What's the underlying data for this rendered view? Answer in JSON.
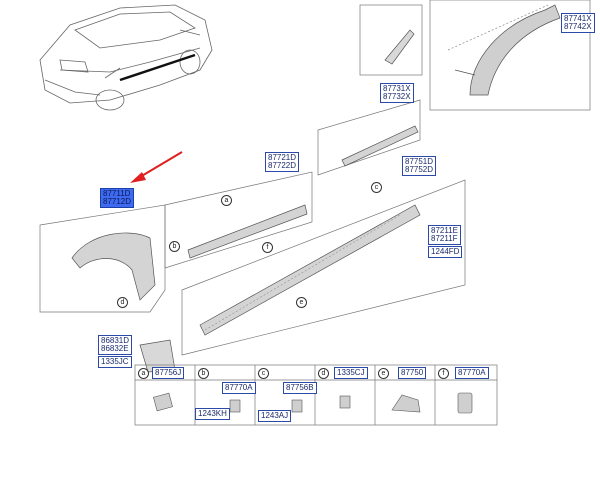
{
  "colors": {
    "highlight": "#3d6af0",
    "label_border": "#2b4aa8",
    "arrow": "#e02020",
    "line": "#555555"
  },
  "callouts": {
    "c87711": [
      "87711D",
      "87712D"
    ],
    "c87721": [
      "87721D",
      "87722D"
    ],
    "c87731": [
      "87731X",
      "87732X"
    ],
    "c87741": [
      "87741X",
      "87742X"
    ],
    "c87751": [
      "87751D",
      "87752D"
    ],
    "c87211": [
      "87211E",
      "87211F"
    ],
    "c1244": [
      "1244FD"
    ],
    "c86831": [
      "86831D",
      "86832E"
    ],
    "c1335": [
      "1335JC"
    ]
  },
  "letters": {
    "a": "a",
    "b": "b",
    "c": "c",
    "d": "d",
    "e": "e",
    "f": "f"
  },
  "legend": {
    "cells": [
      {
        "letter": "a",
        "codes": [
          "87756J"
        ]
      },
      {
        "letter": "b",
        "codes": [
          "87770A",
          "1243KH"
        ]
      },
      {
        "letter": "c",
        "codes": [
          "87756B",
          "1243AJ"
        ]
      },
      {
        "letter": "d",
        "codes": [
          "1335CJ"
        ]
      },
      {
        "letter": "e",
        "codes": [
          "87750"
        ]
      },
      {
        "letter": "f",
        "codes": [
          "87770A"
        ]
      }
    ]
  }
}
